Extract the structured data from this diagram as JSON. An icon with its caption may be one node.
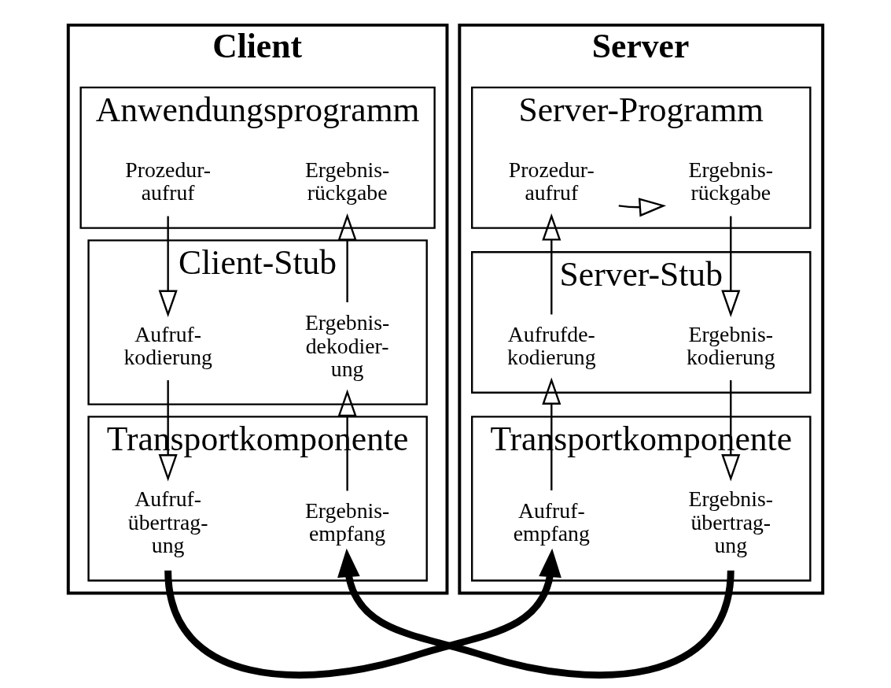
{
  "diagram": {
    "nodes": [
      {
        "text": [
          "Client"
        ]
      },
      {
        "text": [
          "Anwendungsprogramm"
        ],
        "in": 0
      },
      {
        "text": [
          "Prozedur- aufruf"
        ],
        "in": 1
      },
      {
        "text": [
          "Ergebnis- rückgabe"
        ],
        "in": 1
      },
      {
        "text": [
          "Client-Stub"
        ],
        "in": 0
      },
      {
        "text": [
          "Aufruf- kodierung"
        ],
        "in": 4
      },
      {
        "text": [
          "Ergebnis- dekodier- ung"
        ],
        "in": 4
      },
      {
        "text": [
          "Transportkomponente"
        ],
        "in": 0
      },
      {
        "text": [
          "Aufruf- übertrag- ung"
        ],
        "in": 7
      },
      {
        "text": [
          "Ergebnis- empfang"
        ],
        "in": 7
      },
      {
        "text": [
          "Server"
        ]
      },
      {
        "text": [
          "Server-Programm"
        ],
        "in": 10
      },
      {
        "text": [
          "Prozedur- aufruf"
        ],
        "in": 11
      },
      {
        "text": [
          "Ergebnis- rückgabe"
        ],
        "in": 11
      },
      {
        "text": [
          "Server-Stub"
        ],
        "in": 10
      },
      {
        "text": [
          "Aufrufde- kodierung"
        ],
        "in": 14
      },
      {
        "text": [
          "Ergebnis- kodierung"
        ],
        "in": 14
      },
      {
        "text": [
          "Transportkomponente"
        ],
        "in": 10
      },
      {
        "text": [
          "Aufruf- empfang"
        ],
        "in": 17
      },
      {
        "text": [
          "Ergebnis- übertrag- ung"
        ],
        "in": 17
      }
    ],
    "edges": [
      {
        "from": 2,
        "to": 5,
        "arrow": "to"
      },
      {
        "from": 6,
        "to": 3,
        "arrow": "to"
      },
      {
        "from": 5,
        "to": 8,
        "arrow": "to"
      },
      {
        "from": 9,
        "to": 6,
        "arrow": "to"
      },
      {
        "from": 8,
        "to": 18,
        "arrow": "to",
        "style": "thick"
      },
      {
        "from": 19,
        "to": 9,
        "arrow": "to",
        "style": "thick"
      },
      {
        "from": 18,
        "to": 15,
        "arrow": "to"
      },
      {
        "from": 15,
        "to": 12,
        "arrow": "to"
      },
      {
        "from": 12,
        "to": 13,
        "arrow": "to"
      },
      {
        "from": 13,
        "to": 16,
        "arrow": "to"
      },
      {
        "from": 16,
        "to": 19,
        "arrow": "to"
      }
    ]
  }
}
